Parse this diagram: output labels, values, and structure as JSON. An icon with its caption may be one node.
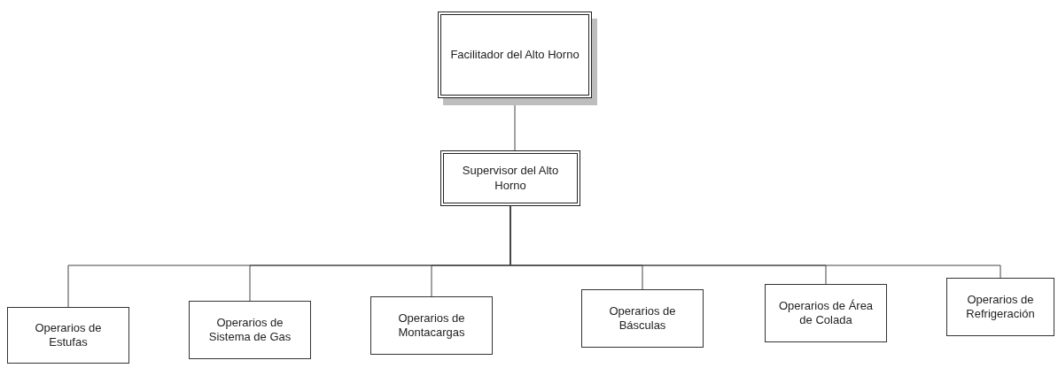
{
  "diagram": {
    "nodes": [
      {
        "text": [
          "Facilitador del Alto Horno"
        ]
      },
      {
        "text": [
          "Supervisor del Alto Horno"
        ]
      },
      {
        "text": [
          "Operarios de Estufas"
        ]
      },
      {
        "text": [
          "Operarios de Sistema de Gas"
        ]
      },
      {
        "text": [
          "Operarios de Montacargas"
        ]
      },
      {
        "text": [
          "Operarios de Básculas"
        ]
      },
      {
        "text": [
          "Operarios de Área de Colada"
        ]
      },
      {
        "text": [
          "Operarios de Refrigeración"
        ]
      }
    ],
    "edges": [
      {
        "from": 0,
        "to": 1,
        "arrow": "none"
      },
      {
        "from": 1,
        "to": 2,
        "arrow": "none"
      },
      {
        "from": 1,
        "to": 3,
        "arrow": "none"
      },
      {
        "from": 1,
        "to": 4,
        "arrow": "none"
      },
      {
        "from": 1,
        "to": 5,
        "arrow": "none"
      },
      {
        "from": 1,
        "to": 6,
        "arrow": "none"
      },
      {
        "from": 1,
        "to": 7,
        "arrow": "none"
      }
    ]
  }
}
